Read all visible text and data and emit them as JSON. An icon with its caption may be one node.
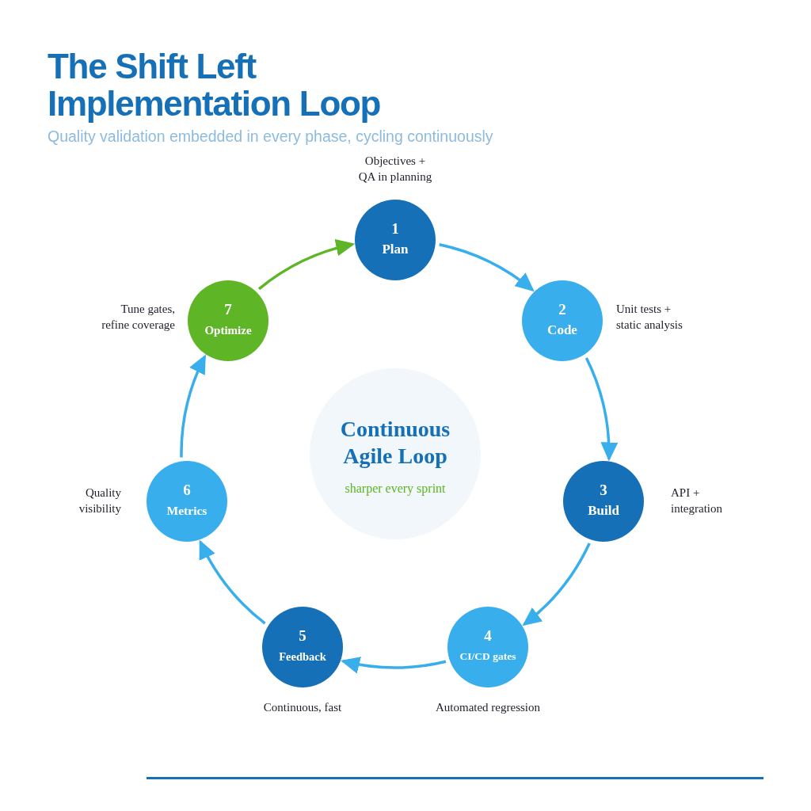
{
  "diagram": {
    "title": "The Shift Left Implementation Loop",
    "nodes": [
      {
        "text": [
          "1",
          "Plan"
        ],
        "beside": [
          "Objectives + QA in planning"
        ]
      },
      {
        "text": [
          "2",
          "Code"
        ],
        "beside": [
          "Unit tests + static analysis"
        ]
      },
      {
        "text": [
          "3",
          "Build"
        ],
        "beside": [
          "API + integration"
        ]
      },
      {
        "text": [
          "4",
          "CI/CD gates"
        ],
        "beside": [
          "Automated regression"
        ]
      },
      {
        "text": [
          "5",
          "Feedback"
        ],
        "beside": [
          "Continuous, fast"
        ]
      },
      {
        "text": [
          "6",
          "Metrics"
        ],
        "beside": [
          "Quality visibility"
        ]
      },
      {
        "text": [
          "7",
          "Optimize"
        ],
        "beside": [
          "Tune gates, refine coverage"
        ]
      },
      {
        "text": [
          "Continuous Agile Loop",
          "sharper every sprint"
        ]
      }
    ],
    "edges": [
      {
        "from": 0,
        "to": 1,
        "arrow": "to"
      },
      {
        "from": 1,
        "to": 2,
        "arrow": "to"
      },
      {
        "from": 2,
        "to": 3,
        "arrow": "to"
      },
      {
        "from": 3,
        "to": 4,
        "arrow": "to"
      },
      {
        "from": 4,
        "to": 5,
        "arrow": "to"
      },
      {
        "from": 5,
        "to": 6,
        "arrow": "to"
      },
      {
        "from": 6,
        "to": 0,
        "arrow": "to",
        "color": "#5eb525"
      }
    ],
    "labels": [
      "Quality validation embedded in every phase, cycling continuously"
    ]
  }
}
